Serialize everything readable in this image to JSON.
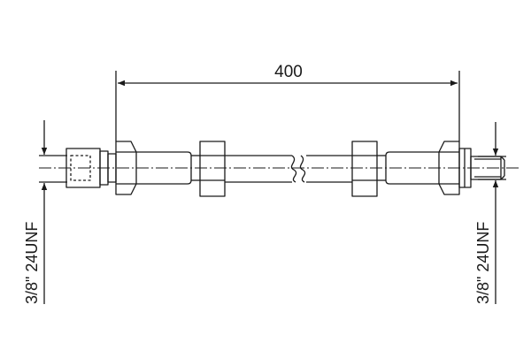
{
  "drawing": {
    "dimension_length": "400",
    "thread_left": "3/8\" 24UNF",
    "thread_right": "3/8\" 24UNF"
  },
  "colors": {
    "line": "#1a1a1a",
    "background": "#ffffff"
  }
}
